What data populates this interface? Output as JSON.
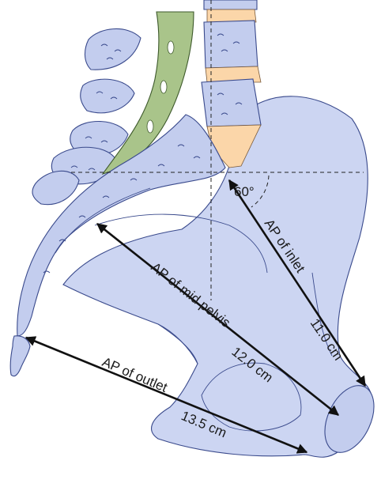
{
  "labels": {
    "angle": "60°",
    "ap_inlet": "AP of inlet",
    "ap_inlet_value": "11.0 cm",
    "ap_mid": "AP of mid pelvis",
    "ap_mid_value": "12.0 cm",
    "ap_outlet": "AP of outlet",
    "ap_outlet_value": "13.5 cm"
  },
  "colors": {
    "bone": "#c3cdee",
    "bone_outline": "#3a4a8c",
    "intervertebral_disc": "#fbd6a9",
    "rectum": "#a9c48a",
    "measurement_arrow": "#111111"
  },
  "icons": [
    "arrowhead"
  ]
}
